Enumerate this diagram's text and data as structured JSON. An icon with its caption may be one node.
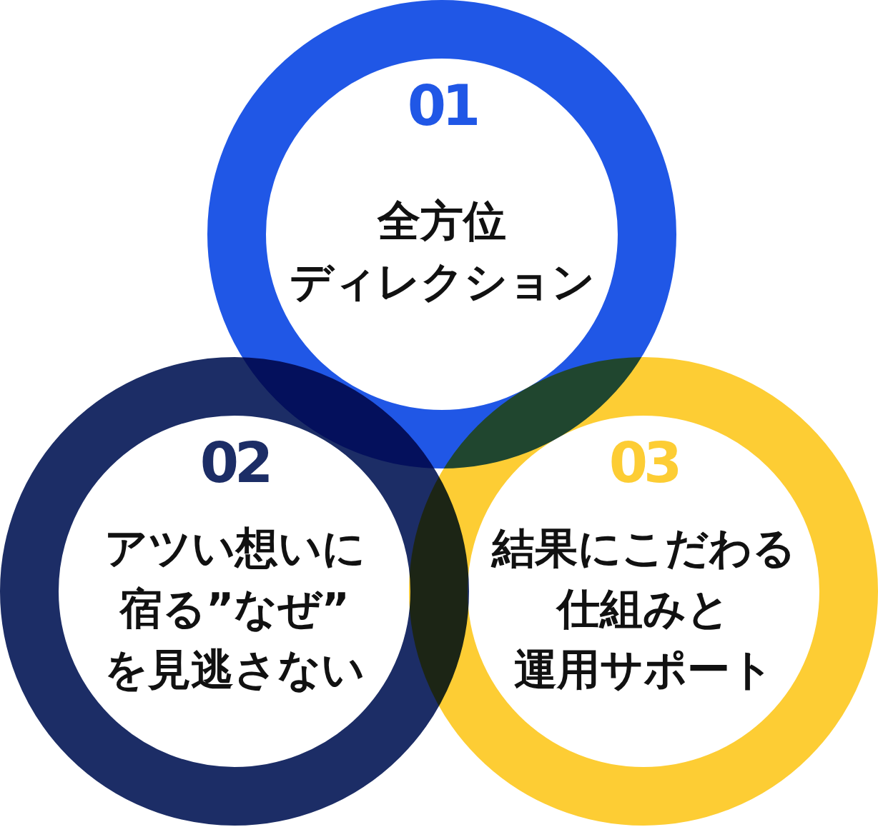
{
  "diagram": {
    "nodes": [
      {
        "text": [
          "01",
          "全方位ディレクション"
        ]
      },
      {
        "text": [
          "02",
          "アツい想いに宿る”なぜ”を見逃さない"
        ]
      },
      {
        "text": [
          "03",
          "結果にこだわる仕組みと運用サポート"
        ]
      }
    ]
  }
}
